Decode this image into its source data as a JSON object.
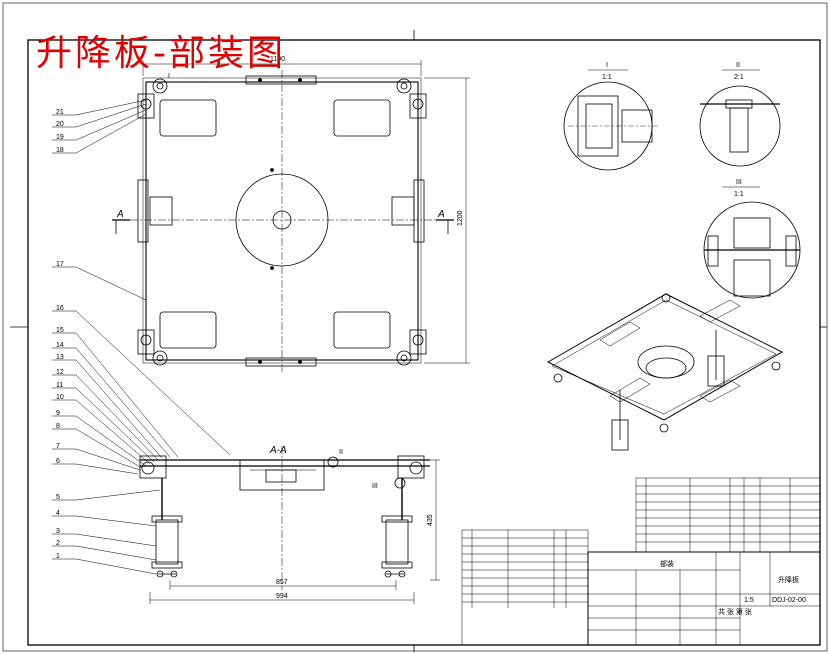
{
  "drawing": {
    "title": "升降板-部装图",
    "drawing_number": "DDJ-02-00",
    "part_name": "升降板",
    "title_block_name": "部装",
    "section_label": "A-A",
    "section_marker": "A",
    "dimensions": {
      "top_width": "1190",
      "height": "1200",
      "section_height": "435",
      "inner_width": "857",
      "outer_width": "994"
    },
    "details": [
      {
        "id": "I",
        "scale": "1:1"
      },
      {
        "id": "II",
        "scale": "2:1"
      },
      {
        "id": "III",
        "scale": "1:1"
      }
    ],
    "balloons_top": [
      "21",
      "20",
      "19",
      "18",
      "17",
      "16"
    ],
    "balloons_side": [
      "15",
      "14",
      "13",
      "12",
      "11",
      "10",
      "9",
      "8",
      "7",
      "6",
      "5",
      "4",
      "3",
      "2",
      "1"
    ],
    "detail_markers": {
      "plan": "I",
      "section_a": "II",
      "section_b": "III"
    },
    "sheet_marks": {
      "scale": "1:5",
      "sheet": "共 张 第 张"
    },
    "colors": {
      "title": "#e10000",
      "line": "#000000",
      "paper": "#ffffff"
    }
  }
}
